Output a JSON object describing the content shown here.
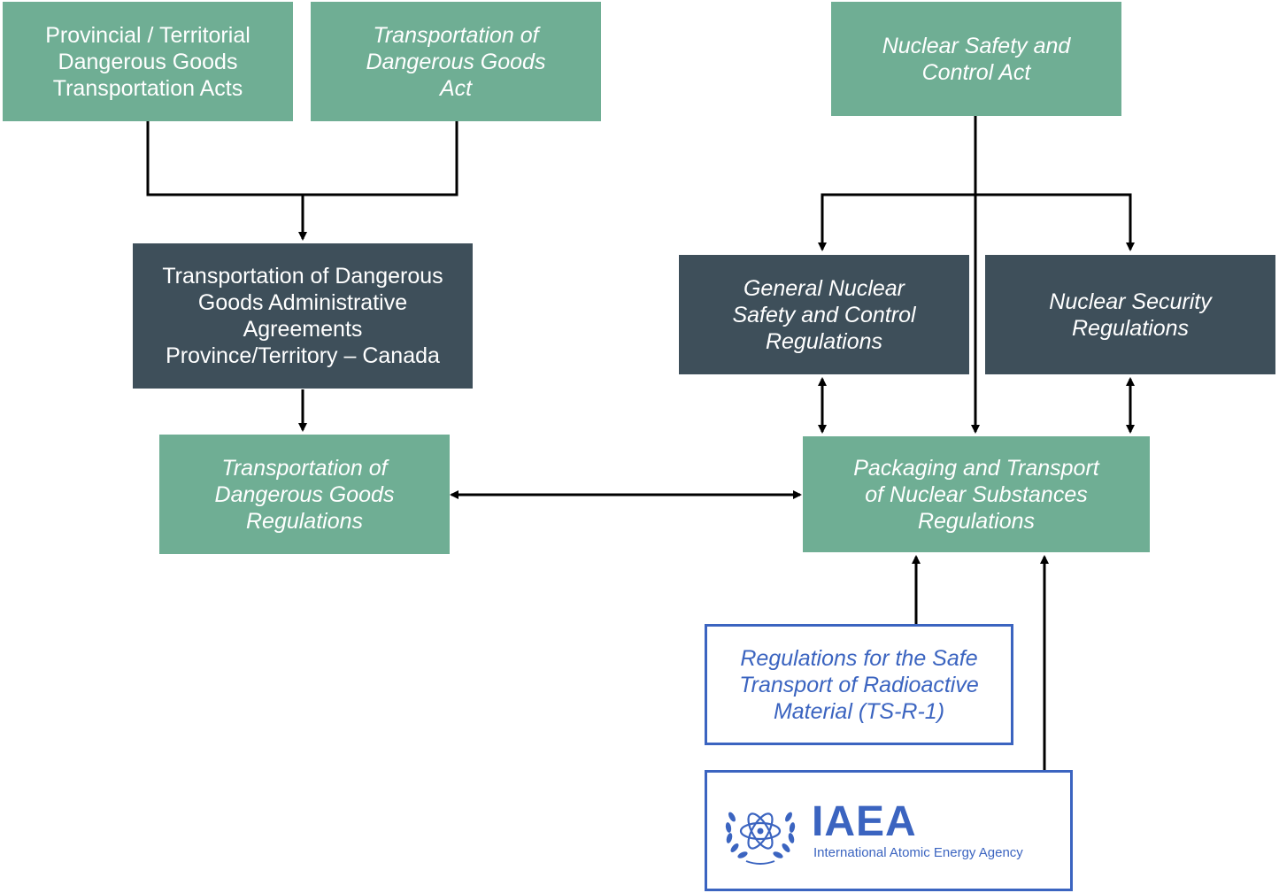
{
  "nodes": {
    "provincial_acts": "Provincial / Territorial\nDangerous Goods\nTransportation Acts",
    "tdg_act": "Transportation of\nDangerous Goods\nAct",
    "nsca": "Nuclear Safety and\nControl Act",
    "tdg_admin": "Transportation of Dangerous\nGoods Administrative\nAgreements\nProvince/Territory – Canada",
    "gnscr": "General Nuclear\nSafety and Control\nRegulations",
    "nsr": "Nuclear Security\nRegulations",
    "tdg_regs": "Transportation of\nDangerous Goods\nRegulations",
    "pts_regs": "Packaging and Transport\nof Nuclear Substances\nRegulations",
    "ts_r_1": "Regulations for the Safe\nTransport of Radioactive\nMaterial (TS-R-1)"
  },
  "logo": {
    "acronym": "IAEA",
    "full_name": "International Atomic Energy Agency",
    "icon": "iaea-emblem-icon"
  },
  "colors": {
    "green": "#6fae94",
    "dark": "#3e4f5a",
    "blue": "#3b64c0",
    "line": "#000000"
  },
  "edges": [
    {
      "from": "provincial_acts",
      "to": "tdg_admin",
      "direction": "forward"
    },
    {
      "from": "tdg_act",
      "to": "tdg_admin",
      "direction": "forward"
    },
    {
      "from": "tdg_admin",
      "to": "tdg_regs",
      "direction": "forward"
    },
    {
      "from": "tdg_regs",
      "to": "pts_regs",
      "direction": "both"
    },
    {
      "from": "nsca",
      "to": "gnscr",
      "direction": "forward"
    },
    {
      "from": "nsca",
      "to": "nsr",
      "direction": "forward"
    },
    {
      "from": "nsca",
      "to": "pts_regs",
      "direction": "forward"
    },
    {
      "from": "gnscr",
      "to": "pts_regs",
      "direction": "both"
    },
    {
      "from": "nsr",
      "to": "pts_regs",
      "direction": "both"
    },
    {
      "from": "ts_r_1",
      "to": "pts_regs",
      "direction": "forward"
    },
    {
      "from": "iaea",
      "to": "pts_regs",
      "direction": "forward"
    }
  ]
}
